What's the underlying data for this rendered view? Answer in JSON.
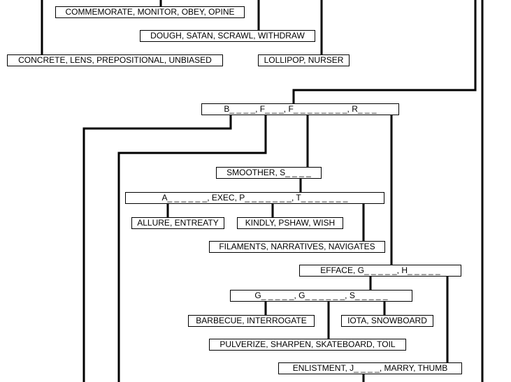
{
  "nodes": {
    "commemorate": "COMMEMORATE, MONITOR, OBEY, OPINE",
    "dough": "DOUGH, SATAN, SCRAWL, WITHDRAW",
    "concrete": "CONCRETE, LENS, PREPOSITIONAL, UNBIASED",
    "lollipop": "LOLLIPOP, NURSER",
    "b_f_f_r": "B_ _ _ _, F_ _ _, F_ _ _ _ _ _ _ _, R_ _ _",
    "smoother": "SMOOTHER, S_ _ _ _",
    "a_exec_p_t": "A_ _ _ _ _ _, EXEC, P_ _ _ _ _ _ _, T_ _ _ _ _ _ _",
    "allure": "ALLURE, ENTREATY",
    "kindly": "KINDLY, PSHAW, WISH",
    "filaments": "FILAMENTS, NARRATIVES, NAVIGATES",
    "efface": "EFFACE, G_ _ _ _ _, H_ _ _ _ _",
    "g_g_s": "G_ _ _ _ _, G_ _ _ _ _ _, S_ _ _ _ _",
    "barbecue": "BARBECUE, INTERROGATE",
    "iota": "IOTA, SNOWBOARD",
    "pulverize": "PULVERIZE, SHARPEN, SKATEBOARD, TOIL",
    "enlistment": "ENLISTMENT, J_ _ _ _, MARRY, THUMB"
  }
}
